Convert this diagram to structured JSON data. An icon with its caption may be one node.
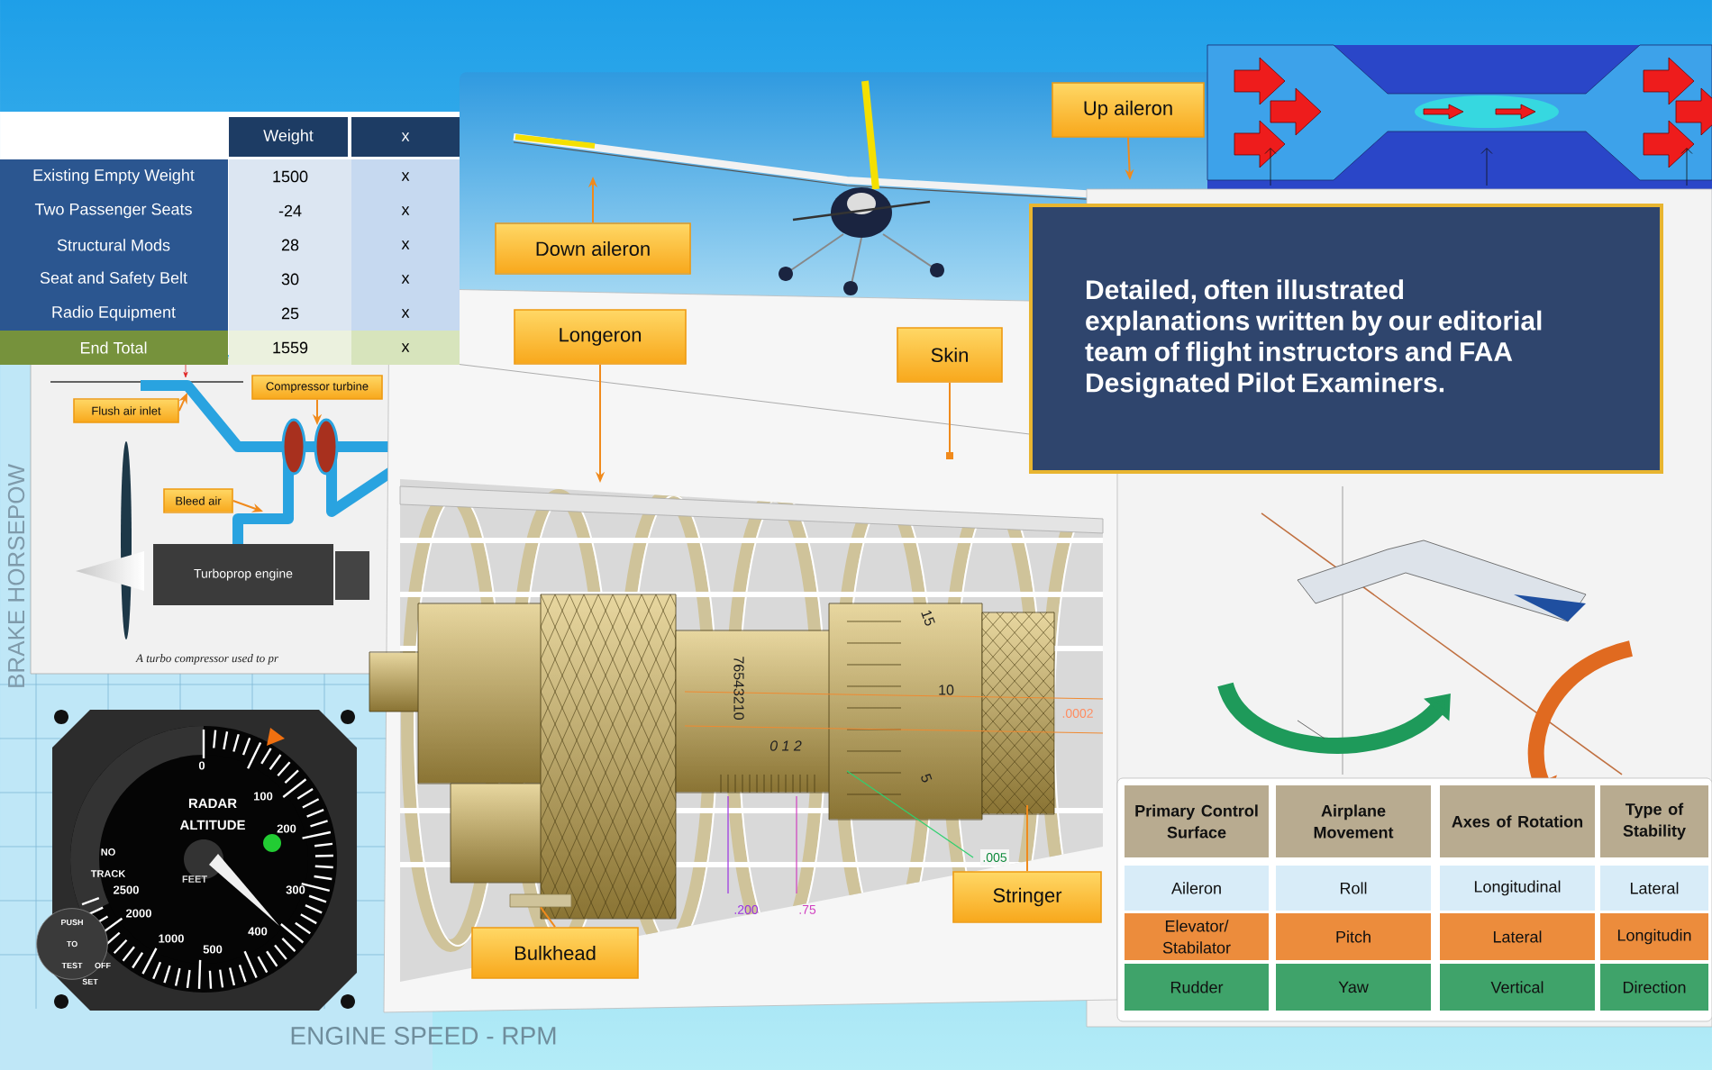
{
  "diagram": {
    "nodes": [
      {
        "text": [
          "Up aileron"
        ]
      },
      {
        "text": [
          "Down aileron"
        ]
      },
      {
        "text": [
          "Longeron"
        ]
      },
      {
        "text": [
          "Skin"
        ]
      },
      {
        "text": [
          "Bulkhead"
        ]
      },
      {
        "text": [
          "Stringer"
        ]
      },
      {
        "text": [
          "Flush air inlet"
        ]
      },
      {
        "text": [
          "Compressor turbine"
        ]
      },
      {
        "text": [
          "Bleed air"
        ]
      },
      {
        "text": [
          "Turboprop engine"
        ]
      },
      {
        "text": [
          "Detailed, often illustrated explanations written by our editorial team of flight instructors and FAA Designated Pilot Examiners."
        ]
      },
      {
        "text": [],
        "shape": "bar"
      }
    ],
    "edges": [
      {
        "from": 0,
        "to": null,
        "arrow": "to"
      },
      {
        "from": 1,
        "to": null,
        "arrow": "to"
      },
      {
        "from": 2,
        "to": null,
        "arrow": "to"
      },
      {
        "from": 3,
        "to": null,
        "arrow": "other"
      },
      {
        "from": 4,
        "to": 11,
        "arrow": "none"
      },
      {
        "from": 5,
        "to": null,
        "arrow": "none"
      },
      {
        "from": 6,
        "to": null,
        "arrow": "to"
      },
      {
        "from": 7,
        "to": null,
        "arrow": "to"
      },
      {
        "from": 8,
        "to": null,
        "arrow": "to"
      }
    ],
    "labels": [
      "Weight",
      "x",
      "Existing Empty Weight",
      "1500",
      "x",
      "Two Passenger Seats",
      "-24",
      "x",
      "Structural Mods",
      "28",
      "x",
      "Seat and Safety Belt",
      "30",
      "x",
      "Radio Equipment",
      "25",
      "x",
      "End Total",
      "1559",
      "x",
      "BRAKE HORSEPOW",
      "A turbo compressor used to pr",
      "15",
      "10",
      "5",
      "76543210",
      "0 1 2",
      ".200",
      ".75",
      ".005",
      ".0002",
      "0",
      "100",
      "200",
      "300",
      "400",
      "500",
      "1000",
      "2000",
      "2500",
      "RADAR ALTITUDE",
      "FEET",
      "NO TRACK",
      "PUSH TO TEST",
      "OFF",
      "SET",
      "ENGINE SPEED - RPM",
      "Primary Control Surface",
      "Airplane Movement",
      "Axes of Rotation",
      "Type of Stability",
      "Aileron",
      "Roll",
      "Longitudinal",
      "Lateral",
      "Elevator/ Stabilator",
      "Pitch",
      "Lateral",
      "Longitudin",
      "Rudder",
      "Yaw",
      "Vertical",
      "Direction"
    ]
  }
}
